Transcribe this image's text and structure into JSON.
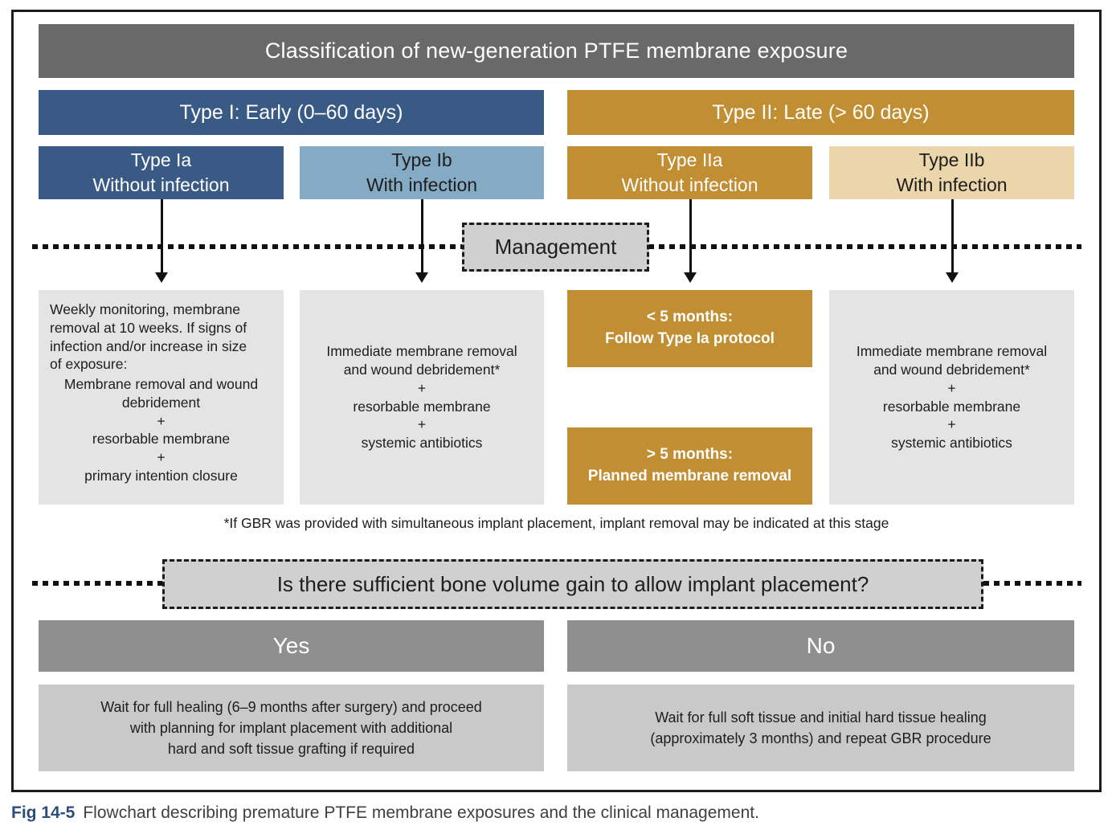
{
  "figure": {
    "title": "Classification of new-generation PTFE membrane exposure",
    "colors": {
      "header_gray": "#696969",
      "dark_blue": "#3a5a86",
      "light_blue": "#85abc4",
      "gold": "#c18e33",
      "tan": "#ebd5aa",
      "result_light_gray": "#e4e4e4",
      "dashed_box_gray": "#d0d0d0",
      "yes_no_gray": "#8f8f8f",
      "final_box_gray": "#c9c9c9",
      "caption_blue": "#2e4d7b"
    },
    "type1": {
      "label": "Type I: Early (0–60 days)",
      "ia": {
        "label": "Type Ia\nWithout infection"
      },
      "ib": {
        "label": "Type Ib\nWith infection"
      }
    },
    "type2": {
      "label": "Type II: Late (> 60 days)",
      "iia": {
        "label": "Type IIa\nWithout infection"
      },
      "iib": {
        "label": "Type IIb\nWith infection"
      }
    },
    "management": {
      "label": "Management",
      "ia_intro": "Weekly monitoring, membrane\nremoval at 10 weeks. If signs of\ninfection and/or increase in size\nof exposure:",
      "ia_protocol": "Membrane removal and wound\ndebridement\n+\nresorbable membrane\n+\nprimary intention closure",
      "ib_protocol": "Immediate membrane removal\nand wound debridement*\n+\nresorbable membrane\n+\nsystemic antibiotics",
      "iia_lt5": "< 5 months:\nFollow Type Ia protocol",
      "iia_gt5": "> 5 months:\nPlanned membrane removal",
      "iib_protocol": "Immediate membrane removal\nand wound debridement*\n+\nresorbable membrane\n+\nsystemic antibiotics"
    },
    "footnote": "*If GBR was provided with simultaneous implant placement, implant removal may be indicated at this stage",
    "question": "Is there sufficient bone volume gain to allow implant placement?",
    "yes": {
      "label": "Yes",
      "outcome": "Wait for full healing (6–9 months after surgery) and proceed\nwith planning for implant placement with additional\nhard and soft tissue grafting if required"
    },
    "no": {
      "label": "No",
      "outcome": "Wait for full soft tissue and initial hard tissue healing\n(approximately 3 months) and repeat GBR procedure"
    },
    "caption": {
      "fig": "Fig 14-5",
      "text": "Flowchart describing premature PTFE membrane exposures and the clinical management."
    }
  }
}
